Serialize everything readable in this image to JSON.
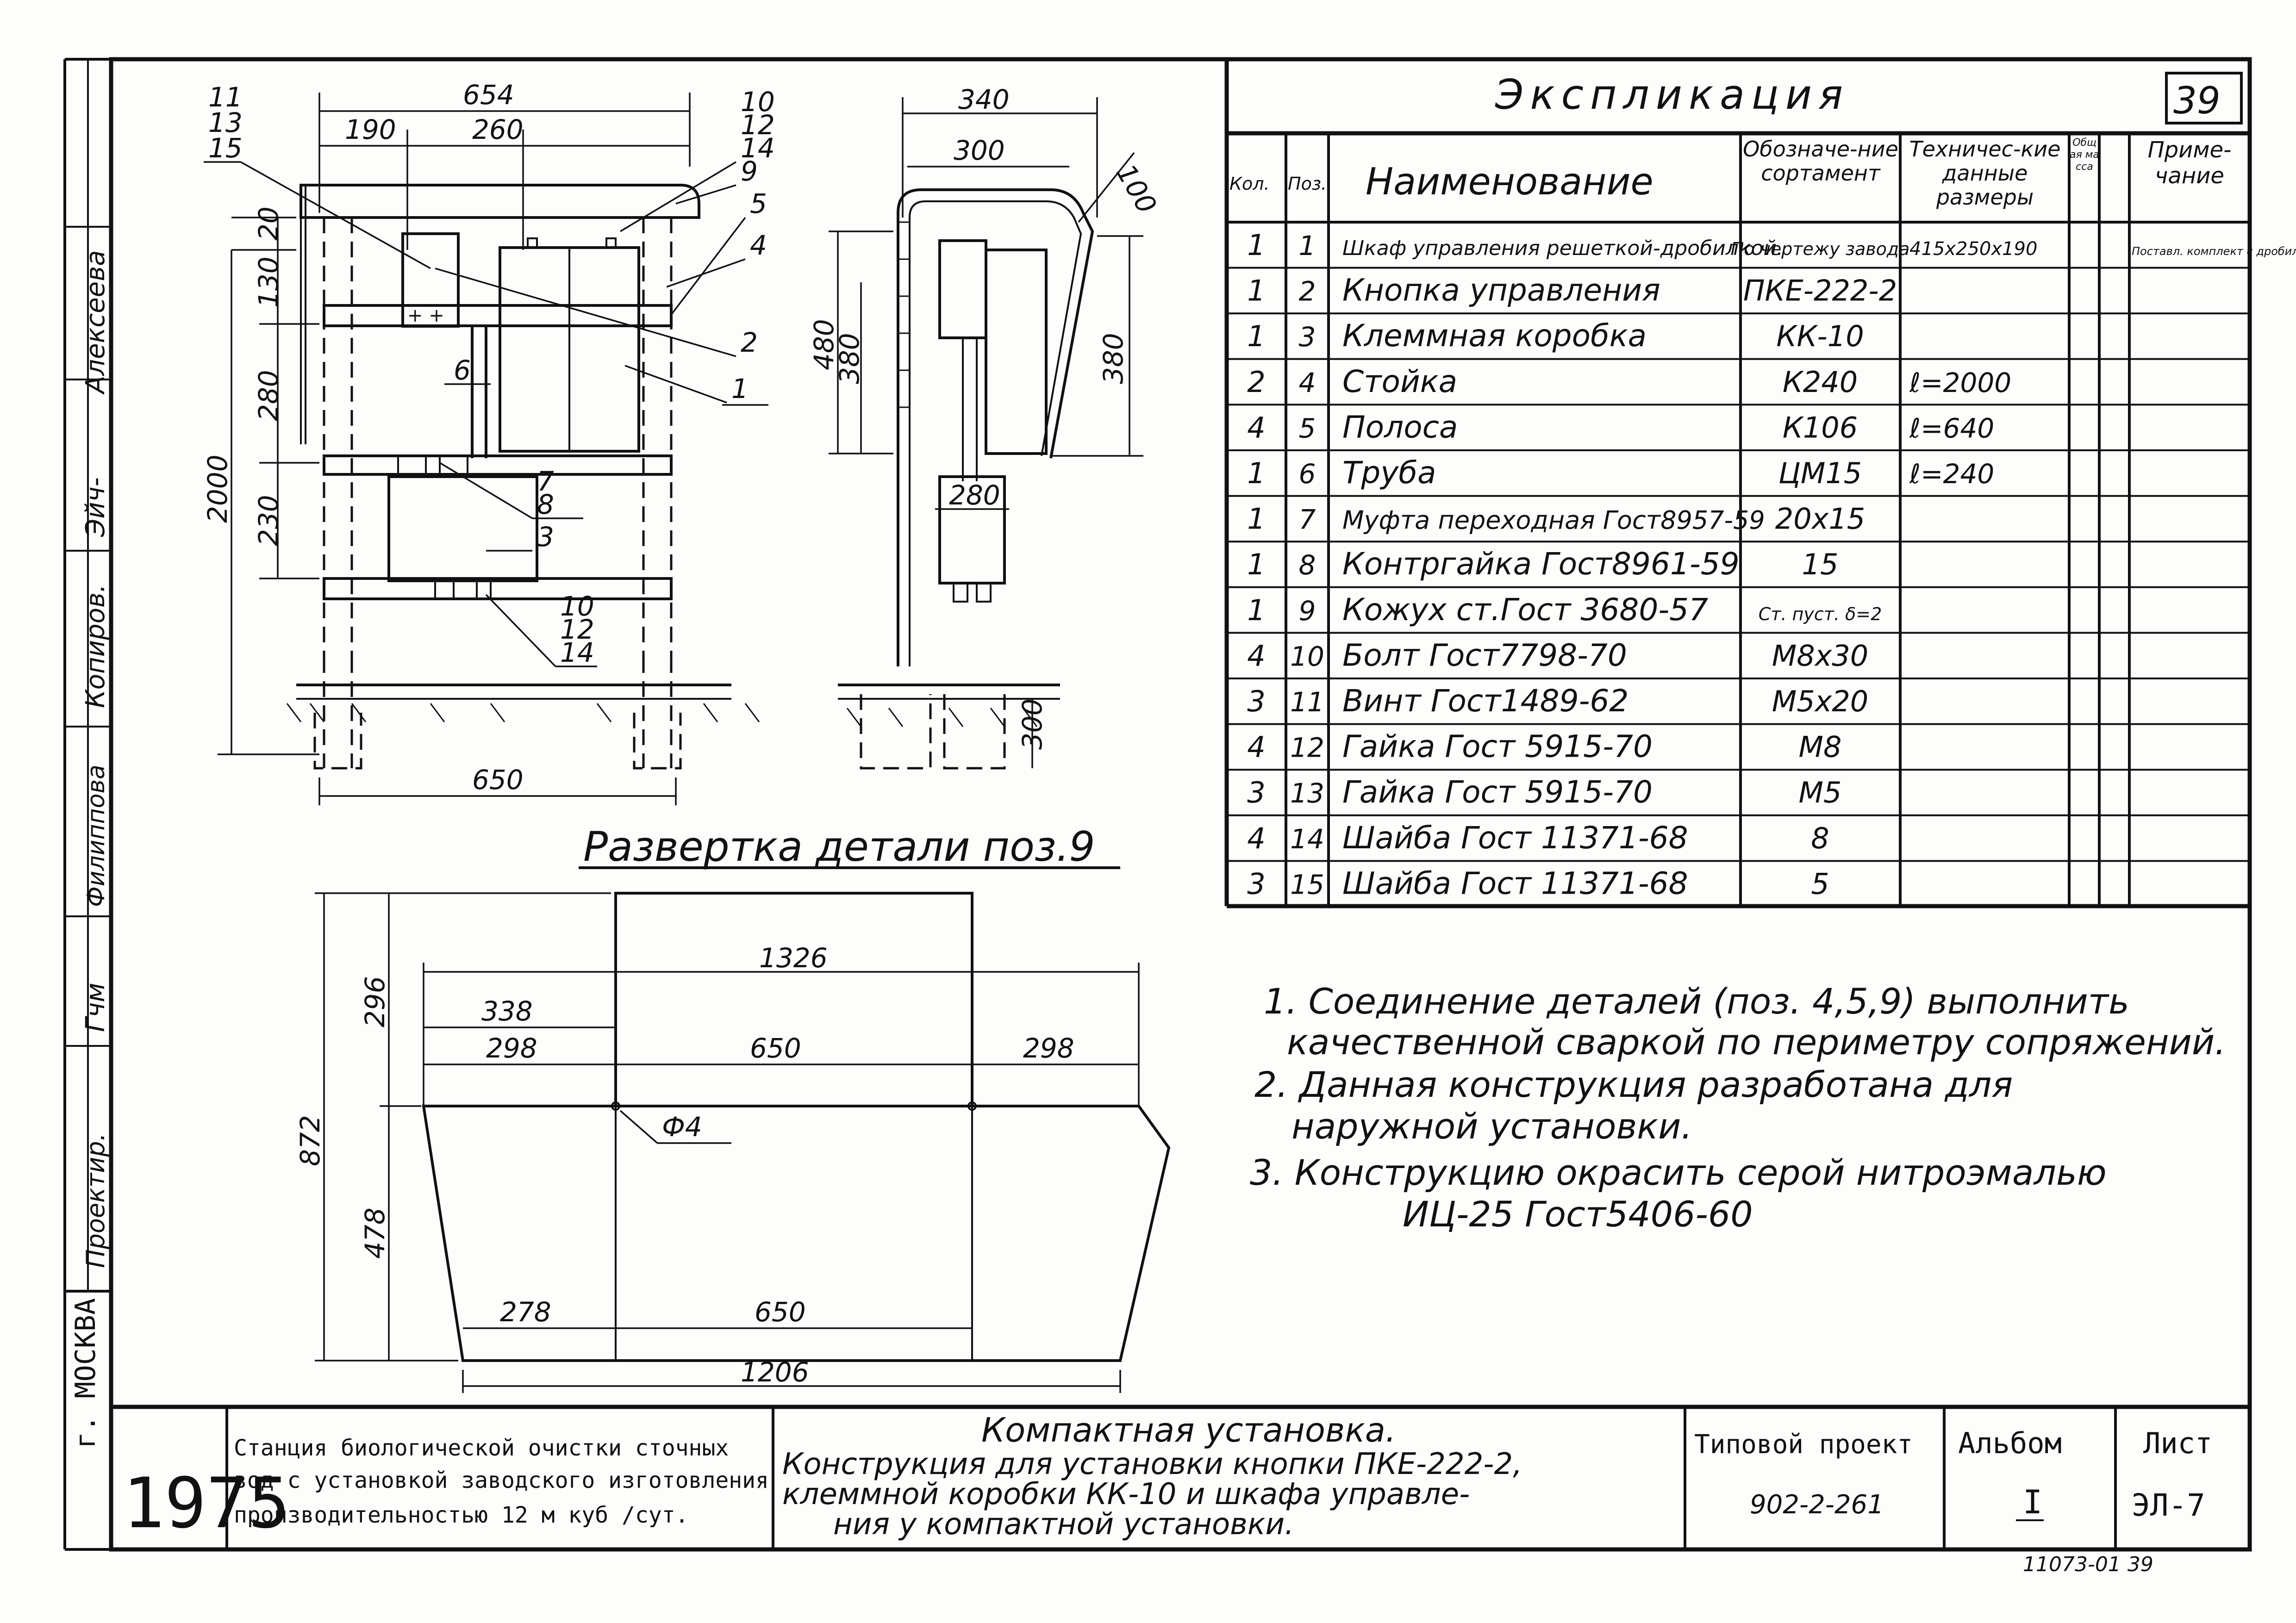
{
  "sheet_number": "39",
  "explication": {
    "title": "Экспликация",
    "headers": {
      "qty": "Кол.",
      "pos": "Поз.",
      "name": "Наименование",
      "designation": "Обозначе-ние сортамент",
      "tech": "Техничес-кие данные размеры",
      "mass": "Общая масса",
      "note": "Приме-чание"
    },
    "rows": [
      {
        "qty": "1",
        "pos": "1",
        "name": "Шкаф управления решеткой-дробилкой.",
        "designation": "По чертежу завода",
        "tech": "415x250x190",
        "note": "Поставл. комплект с дробилк."
      },
      {
        "qty": "1",
        "pos": "2",
        "name": "Кнопка управления",
        "designation": "ПКЕ-222-2",
        "tech": "",
        "note": ""
      },
      {
        "qty": "1",
        "pos": "3",
        "name": "Клеммная коробка",
        "designation": "КК-10",
        "tech": "",
        "note": ""
      },
      {
        "qty": "2",
        "pos": "4",
        "name": "Стойка",
        "designation": "К240",
        "tech": "ℓ=2000",
        "note": ""
      },
      {
        "qty": "4",
        "pos": "5",
        "name": "Полоса",
        "designation": "К106",
        "tech": "ℓ=640",
        "note": ""
      },
      {
        "qty": "1",
        "pos": "6",
        "name": "Труба",
        "designation": "ЦМ15",
        "tech": "ℓ=240",
        "note": ""
      },
      {
        "qty": "1",
        "pos": "7",
        "name": "Муфта переходная Гост8957-59",
        "designation": "20x15",
        "tech": "",
        "note": ""
      },
      {
        "qty": "1",
        "pos": "8",
        "name": "Контргайка Гост8961-59",
        "designation": "15",
        "tech": "",
        "note": ""
      },
      {
        "qty": "1",
        "pos": "9",
        "name": "Кожух ст.Гост 3680-57",
        "designation": "Ст. пуст. δ=2",
        "tech": "",
        "note": ""
      },
      {
        "qty": "4",
        "pos": "10",
        "name": "Болт Гост7798-70",
        "designation": "М8x30",
        "tech": "",
        "note": ""
      },
      {
        "qty": "3",
        "pos": "11",
        "name": "Винт Гост1489-62",
        "designation": "М5x20",
        "tech": "",
        "note": ""
      },
      {
        "qty": "4",
        "pos": "12",
        "name": "Гайка Гост 5915-70",
        "designation": "М8",
        "tech": "",
        "note": ""
      },
      {
        "qty": "3",
        "pos": "13",
        "name": "Гайка Гост 5915-70",
        "designation": "М5",
        "tech": "",
        "note": ""
      },
      {
        "qty": "4",
        "pos": "14",
        "name": "Шайба Гост 11371-68",
        "designation": "8",
        "tech": "",
        "note": ""
      },
      {
        "qty": "3",
        "pos": "15",
        "name": "Шайба Гост 11371-68",
        "designation": "5",
        "tech": "",
        "note": ""
      }
    ]
  },
  "notes": [
    "1. Соединение деталей (поз. 4,5,9) выполнить",
    "качественной сваркой по периметру сопряжений.",
    "2. Данная конструкция разработана для",
    "наружной установки.",
    "3. Конструкцию окрасить серой нитроэмалью",
    "ИЦ-25 Гост5406-60"
  ],
  "development_title": "Развертка детали поз.9",
  "front_view": {
    "dims": [
      "654",
      "190",
      "260",
      "20",
      "130",
      "280",
      "230",
      "2000",
      "650"
    ],
    "callouts": [
      "11",
      "13",
      "15",
      "10",
      "12",
      "14",
      "9",
      "5",
      "4",
      "2",
      "1",
      "6",
      "7",
      "8",
      "3",
      "10",
      "12",
      "14"
    ]
  },
  "side_view": {
    "dims": [
      "340",
      "300",
      "100",
      "480",
      "380",
      "380",
      "280",
      "300"
    ]
  },
  "development": {
    "dims": [
      "1326",
      "338",
      "298",
      "650",
      "298",
      "296",
      "872",
      "478",
      "278",
      "650",
      "1206"
    ],
    "hole_label": "Ф4"
  },
  "side_stamp": {
    "roles": [
      "Алексеева",
      "Копиров.",
      "Филиппова",
      "Проектир."
    ],
    "signatures": [
      "Эйч-",
      "Гчм"
    ],
    "city": "г. МОСКВА"
  },
  "title_block": {
    "year": "1975",
    "project_desc": [
      "Станция биологической очистки сточных",
      "вод с установкой заводского изготовления",
      "производительностью 12 м куб /сут."
    ],
    "drawing_title": [
      "Компактная установка.",
      "Конструкция для установки кнопки ПКЕ-222-2,",
      "клеммной коробки КК-10 и шкафа управле-",
      "ния у компактной установки."
    ],
    "typical_project_label": "Типовой проект",
    "typical_project_number": "902-2-261",
    "album_label": "Альбом",
    "album_value": "I",
    "sheet_label": "Лист",
    "sheet_value": "ЭЛ-7",
    "bottom_code": "11073-01 39"
  }
}
